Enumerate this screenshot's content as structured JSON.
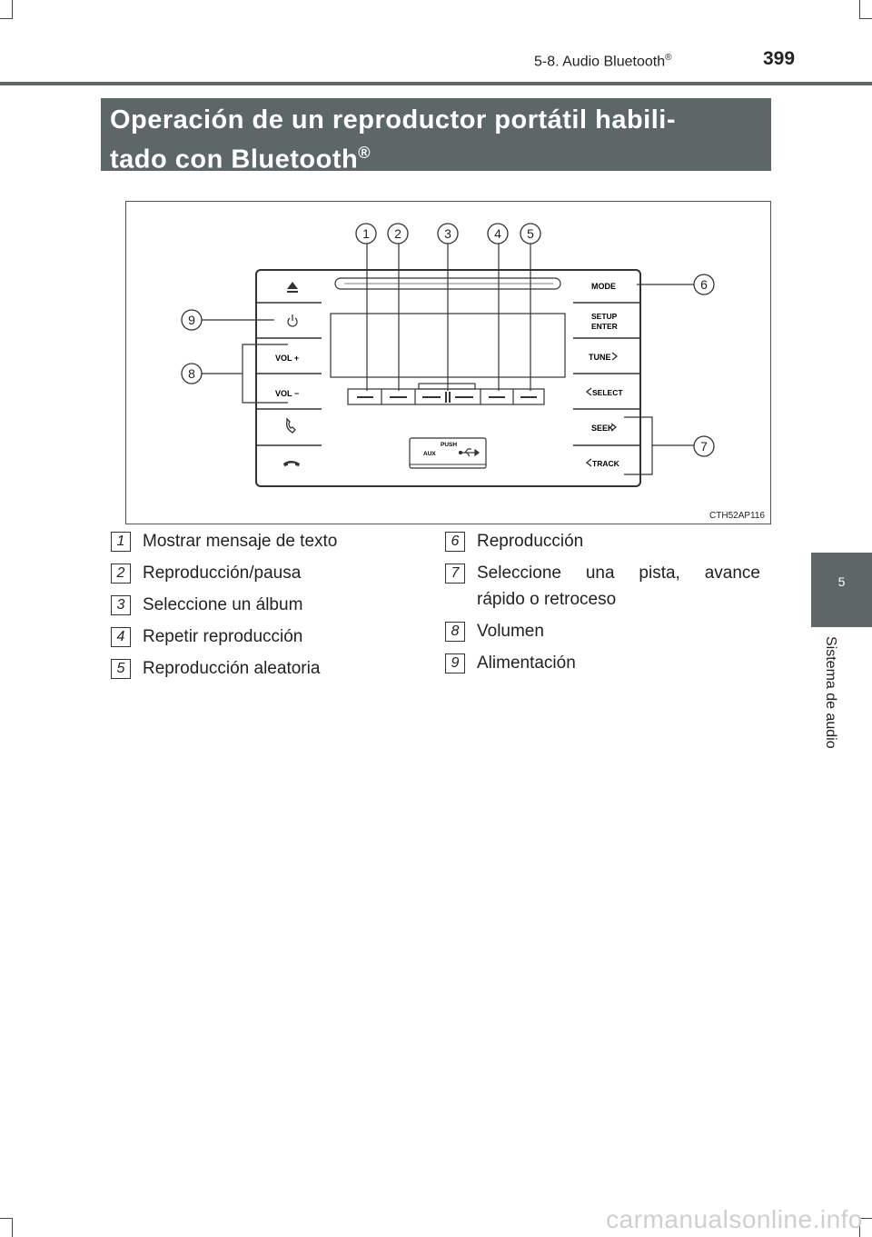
{
  "header": {
    "section": "5-8. Audio Bluetooth",
    "section_mark": "®",
    "page_number": "399"
  },
  "title": {
    "line1": "Operación de un reproductor portátil habili-",
    "line2": "tado con Bluetooth",
    "mark": "®"
  },
  "side_tab": {
    "chapter_number": "5",
    "chapter_label": "Sistema de audio"
  },
  "figure": {
    "code": "CTH52AP116",
    "callouts": [
      "1",
      "2",
      "3",
      "4",
      "5",
      "6",
      "7",
      "8",
      "9"
    ],
    "left_buttons": {
      "vol_plus": "VOL +",
      "vol_minus": "VOL −"
    },
    "right_buttons": {
      "mode": "MODE",
      "setup": "SETUP",
      "enter": "ENTER",
      "tune": "TUNE",
      "select": "SELECT",
      "seek": "SEEK",
      "track": "TRACK"
    },
    "aux": {
      "push": "PUSH",
      "aux": "AUX"
    }
  },
  "legend": [
    {
      "num": "1",
      "text": "Mostrar mensaje de texto"
    },
    {
      "num": "2",
      "text": "Reproducción/pausa"
    },
    {
      "num": "3",
      "text": "Seleccione un álbum"
    },
    {
      "num": "4",
      "text": "Repetir reproducción"
    },
    {
      "num": "5",
      "text": "Reproducción aleatoria"
    },
    {
      "num": "6",
      "text": "Reproducción"
    },
    {
      "num": "7",
      "text_line1": "Seleccione una pista, avance",
      "text_line2": "rápido o retroceso"
    },
    {
      "num": "8",
      "text": "Volumen"
    },
    {
      "num": "9",
      "text": "Alimentación"
    }
  ],
  "watermark": "carmanualsonline.info"
}
